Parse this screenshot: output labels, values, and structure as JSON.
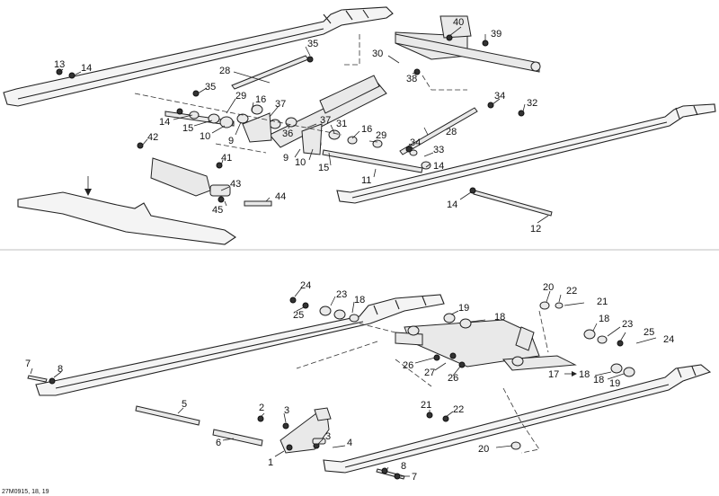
{
  "drawing_code": "27M0915, 18, 19",
  "upper_callouts": [
    "40",
    "39",
    "13",
    "14",
    "35",
    "30",
    "38",
    "28",
    "35",
    "29",
    "16",
    "37",
    "34",
    "32",
    "14",
    "15",
    "10",
    "9",
    "36",
    "37",
    "31",
    "16",
    "29",
    "28",
    "42",
    "9",
    "10",
    "15",
    "34",
    "33",
    "14",
    "41",
    "11",
    "43",
    "44",
    "45",
    "14",
    "12"
  ],
  "lower_callouts": [
    "24",
    "23",
    "18",
    "20",
    "22",
    "21",
    "25",
    "19",
    "18",
    "18",
    "23",
    "25",
    "24",
    "7",
    "8",
    "26",
    "27",
    "26",
    "17",
    "18",
    "18",
    "19",
    "5",
    "2",
    "3",
    "21",
    "22",
    "6",
    "3",
    "4",
    "1",
    "20",
    "8",
    "7"
  ]
}
